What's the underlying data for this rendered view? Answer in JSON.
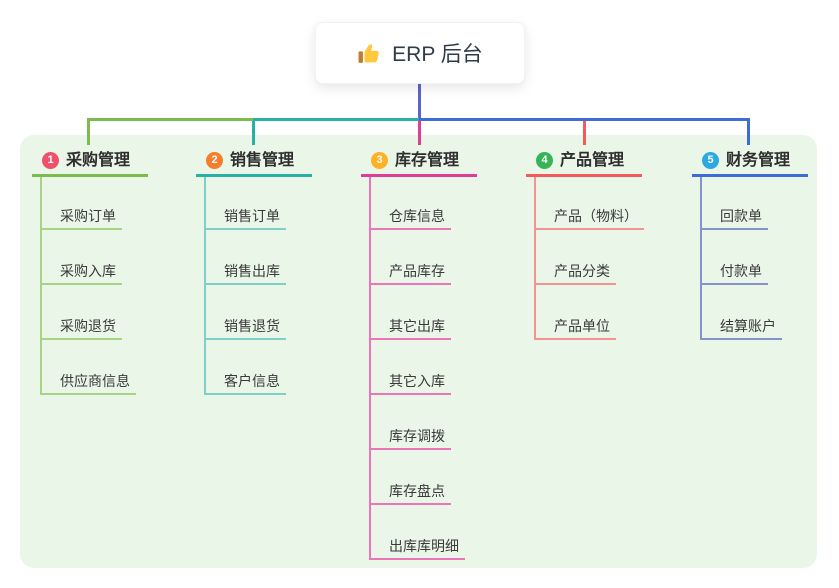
{
  "canvas": {
    "background": "#ffffff",
    "panel_background": "#e9f6e8"
  },
  "root": {
    "label": "ERP 后台",
    "icon": "thumbs-up-icon",
    "icon_colors": {
      "hand": "#FFC83D",
      "cuff": "#BF7B32"
    },
    "connector_color": "#5A67C6"
  },
  "bus_segments": [
    {
      "color": "#7CBB4D"
    },
    {
      "color": "#27B1A5"
    },
    {
      "color": "#3D6BD8"
    }
  ],
  "branches": [
    {
      "badge": "1",
      "badge_color": "#F0506A",
      "title": "采购管理",
      "line_color": "#7CBB4D",
      "line_color_light": "#A8D284",
      "items": [
        "采购订单",
        "采购入库",
        "采购退货",
        "供应商信息"
      ]
    },
    {
      "badge": "2",
      "badge_color": "#F57D2C",
      "title": "销售管理",
      "line_color": "#27B1A5",
      "line_color_light": "#7FCEC7",
      "items": [
        "销售订单",
        "销售出库",
        "销售退货",
        "客户信息"
      ]
    },
    {
      "badge": "3",
      "badge_color": "#FFB125",
      "title": "库存管理",
      "line_color": "#E13C96",
      "line_color_light": "#EC74B9",
      "items": [
        "仓库信息",
        "产品库存",
        "其它出库",
        "其它入库",
        "库存调拨",
        "库存盘点",
        "出库库明细"
      ]
    },
    {
      "badge": "4",
      "badge_color": "#35B558",
      "title": "产品管理",
      "line_color": "#F35B5B",
      "line_color_light": "#F59393",
      "items": [
        "产品（物料）",
        "产品分类",
        "产品单位"
      ]
    },
    {
      "badge": "5",
      "badge_color": "#2BA9E0",
      "title": "财务管理",
      "line_color": "#3D6BD8",
      "line_color_light": "#8593CB",
      "items": [
        "回款单",
        "付款单",
        "结算账户"
      ]
    }
  ],
  "text_colors": {
    "title": "#2e2e2e",
    "item": "#3a3a3a",
    "root": "#2f3a4a"
  }
}
